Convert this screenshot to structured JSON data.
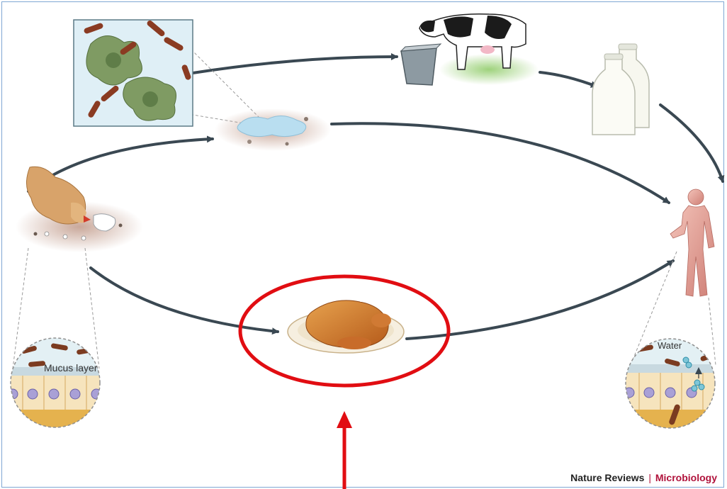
{
  "labels": {
    "mucus_layer": "Mucus layer",
    "water": "Water"
  },
  "credit": {
    "publisher": "Nature Reviews",
    "separator": "|",
    "journal": "Microbiology"
  },
  "colors": {
    "arrow": "#3a4852",
    "highlight": "#e10d12",
    "credit_accent": "#b0123b",
    "frame": "#7fa7d3"
  },
  "icons": [
    "amoeba-inset-icon",
    "water-puddle-icon",
    "feed-trough-icon",
    "cow-icon",
    "milk-bottles-icon",
    "hens-icon",
    "roast-chicken-icon",
    "human-figure-icon",
    "chicken-gut-inset-icon",
    "human-gut-inset-icon"
  ]
}
